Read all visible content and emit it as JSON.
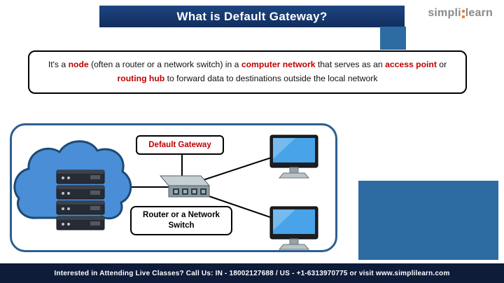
{
  "page": {
    "title": "What is Default Gateway?"
  },
  "logo": {
    "part1": "simpli",
    "part2": "learn"
  },
  "definition": {
    "seg1": "It's a ",
    "term1": "node",
    "seg2": " (often a router or a network switch) in a ",
    "term2": "computer network",
    "seg3": " that serves as an ",
    "term3": "access point",
    "seg4": " or ",
    "term4": "routing hub",
    "seg5": " to forward data to destinations outside the local network"
  },
  "diagram": {
    "gateway_label": "Default Gateway",
    "router_label": "Router or a Network Switch"
  },
  "footer": {
    "message": "Interested in Attending Live Classes? Call Us: IN - 18002127688 / US - +1-6313970775 or visit ",
    "website": "www.simplilearn.com"
  },
  "colors": {
    "header_bg": "#17386e",
    "accent_blue": "#2d6ba3",
    "footer_bg": "#0e1c3a",
    "highlight_red": "#c00000",
    "cloud_blue": "#4a8ed8",
    "monitor_screen_blue": "#49a3e8",
    "logo_gray": "#8a8a8a",
    "logo_orange": "#f47b20"
  }
}
